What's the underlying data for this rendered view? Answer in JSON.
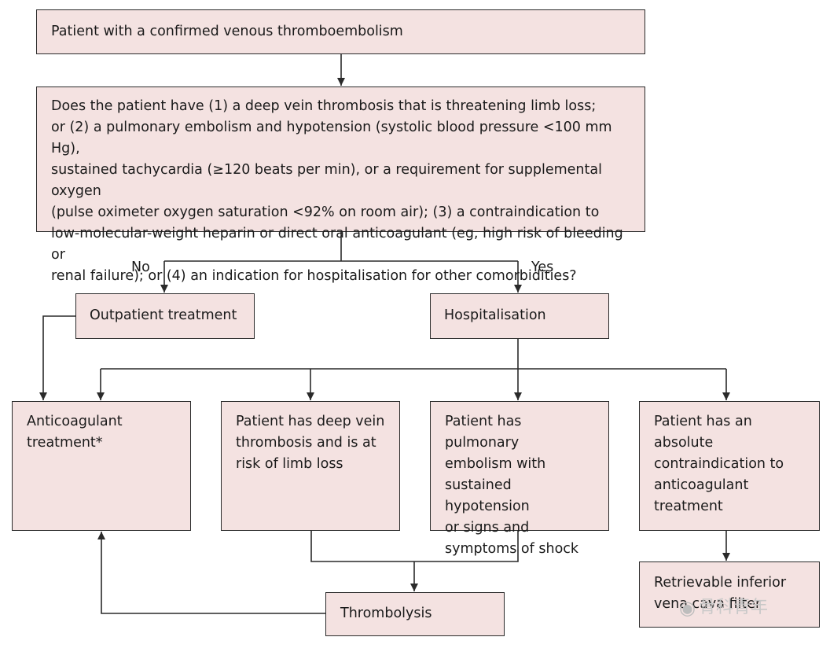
{
  "boxes": {
    "confirmed_vte": "Patient with a confirmed venous thromboembolism",
    "question": "Does the patient have (1) a deep vein thrombosis that is threatening limb loss;\nor (2) a pulmonary embolism and hypotension (systolic blood pressure <100 mm Hg),\nsustained tachycardia (≥120 beats per min), or a requirement for supplemental oxygen\n(pulse oximeter oxygen saturation <92% on room air); (3) a contraindication to\nlow-molecular-weight heparin or direct oral anticoagulant (eg, high risk of bleeding or\nrenal failure); or (4) an indication for hospitalisation for other comorbidities?",
    "outpatient": "Outpatient treatment",
    "hospitalisation": "Hospitalisation",
    "anticoagulant": "Anticoagulant\ntreatment*",
    "dvt_limb_loss": "Patient has deep vein\nthrombosis and is at\nrisk of limb loss",
    "pe_shock": "Patient has pulmonary\nembolism with\nsustained hypotension\nor  signs and\nsymptoms of shock",
    "contraindication": "Patient has an absolute\ncontraindication to\nanticoagulant\ntreatment",
    "thrombolysis": "Thrombolysis",
    "ivc_filter": "Retrievable inferior\nvena cava filter"
  },
  "labels": {
    "no": "No",
    "yes": "Yes"
  },
  "watermark": {
    "text": "骨科青年",
    "icon": "wechat-icon"
  },
  "colors": {
    "box_fill": "#f4e2e1",
    "line": "#2a2a2a"
  }
}
